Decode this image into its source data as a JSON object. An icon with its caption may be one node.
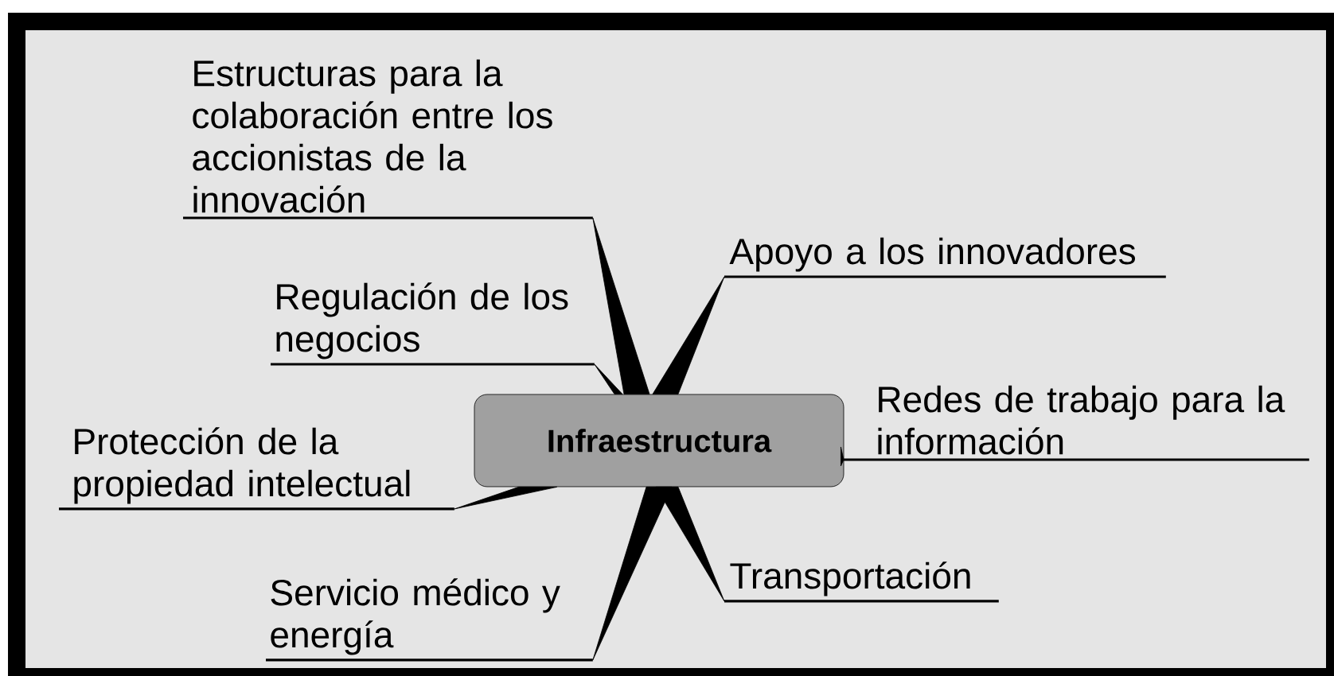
{
  "diagram": {
    "nodes": [
      {
        "text": [
          "Infraestructura"
        ]
      },
      {
        "text": [
          "Estructuras para la colaboración entre los accionistas de la innovación"
        ]
      },
      {
        "text": [
          "Regulación de los negocios"
        ]
      },
      {
        "text": [
          "Apoyo a los innovadores"
        ]
      },
      {
        "text": [
          "Redes de trabajo para la información"
        ]
      },
      {
        "text": [
          "Protección de la propiedad intelectual"
        ]
      },
      {
        "text": [
          "Servicio médico y energía"
        ]
      },
      {
        "text": [
          "Transportación"
        ]
      }
    ],
    "edges": [
      {
        "from": 0,
        "to": 1,
        "arrow": "none"
      },
      {
        "from": 0,
        "to": 2,
        "arrow": "none"
      },
      {
        "from": 0,
        "to": 3,
        "arrow": "none"
      },
      {
        "from": 0,
        "to": 4,
        "arrow": "none"
      },
      {
        "from": 0,
        "to": 5,
        "arrow": "none"
      },
      {
        "from": 0,
        "to": 6,
        "arrow": "none"
      },
      {
        "from": 0,
        "to": 7,
        "arrow": "none"
      }
    ]
  }
}
